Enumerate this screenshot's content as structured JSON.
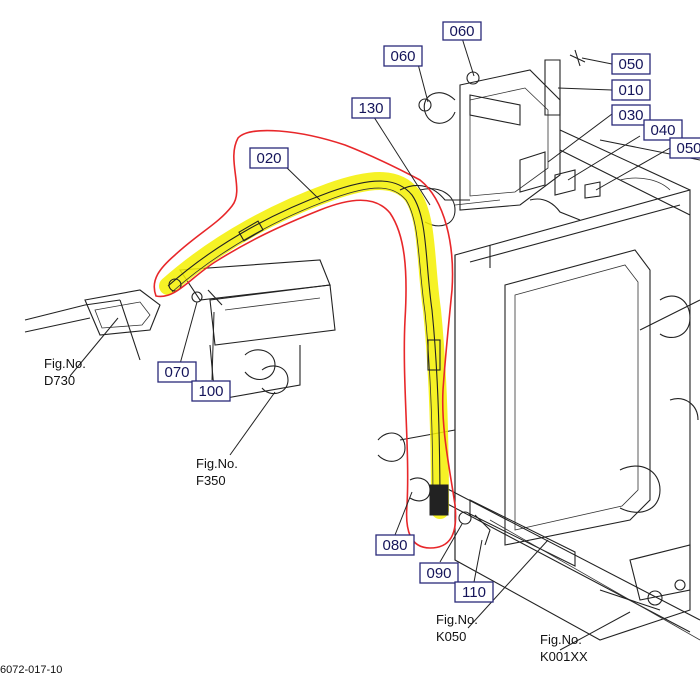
{
  "drawing_code": "6072-017-10",
  "colors": {
    "highlight": "#f4f000",
    "outline": "#e8272a",
    "label_text": "#14145a",
    "label_border": "#2a2a7a"
  },
  "part_labels": [
    {
      "id": "060a",
      "text": "060"
    },
    {
      "id": "060b",
      "text": "060"
    },
    {
      "id": "050a",
      "text": "050"
    },
    {
      "id": "010",
      "text": "010"
    },
    {
      "id": "030",
      "text": "030"
    },
    {
      "id": "040",
      "text": "040"
    },
    {
      "id": "050b",
      "text": "050"
    },
    {
      "id": "130",
      "text": "130"
    },
    {
      "id": "020",
      "text": "020"
    },
    {
      "id": "070",
      "text": "070"
    },
    {
      "id": "100",
      "text": "100"
    },
    {
      "id": "080",
      "text": "080"
    },
    {
      "id": "090",
      "text": "090"
    },
    {
      "id": "110",
      "text": "110"
    }
  ],
  "figure_refs": [
    {
      "id": "d730",
      "prefix": "Fig.No.",
      "code": "D730"
    },
    {
      "id": "f350",
      "prefix": "Fig.No.",
      "code": "F350"
    },
    {
      "id": "k050",
      "prefix": "Fig.No.",
      "code": "K050"
    },
    {
      "id": "k001xx",
      "prefix": "Fig.No.",
      "code": "K001XX"
    }
  ]
}
